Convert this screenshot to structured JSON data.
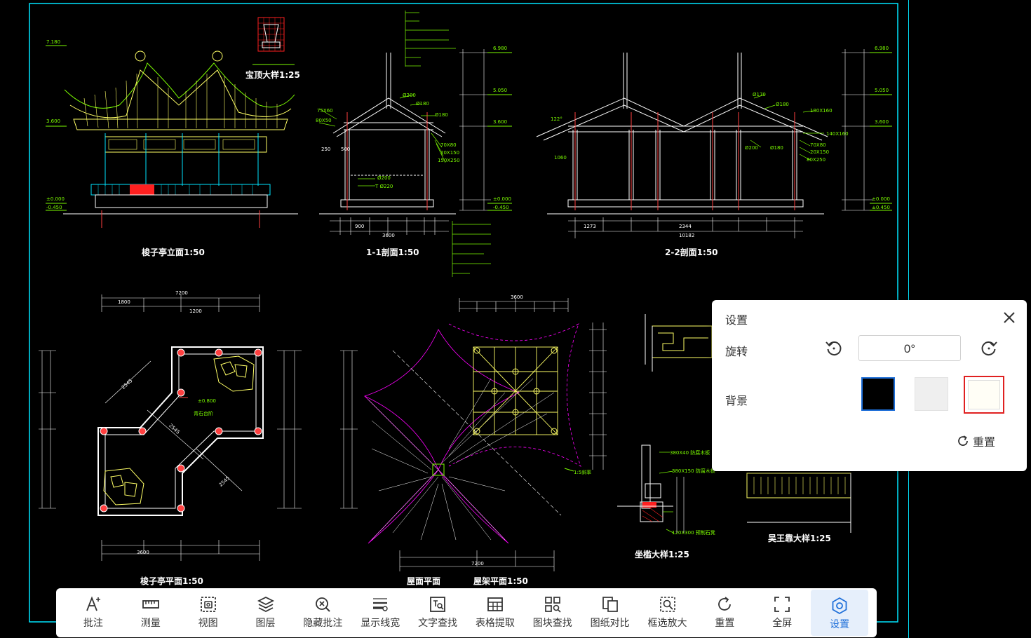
{
  "drawing": {
    "labels": {
      "elev": "梭子亭立面1:50",
      "sec11": "1-1剖面1:50",
      "sec22": "2-2剖面1:50",
      "baoding": "宝顶大样1:25",
      "plan": "梭子亭平面1:50",
      "roofplan": "屋面平面",
      "framing": "屋架平面1:50",
      "seat": "坐槛大样1:25",
      "railing": "吴王靠大样1:25"
    },
    "dims": {
      "top_elev": "7.180",
      "mid_elev": "3.600",
      "zero_elev": "±0.000",
      "neg_elev": "-0.450",
      "r1": "6.980",
      "r2": "5.050",
      "r3": "3.600",
      "r4": "±0.000",
      "r5": "-0.450",
      "span_7200": "7200",
      "span_3600": "3600",
      "span_1800": "1800",
      "span_1200": "1200",
      "diag_2545": "2545",
      "span_10182": "10182",
      "span_2344": "2344",
      "angle_122": "122°",
      "span_1060": "1060",
      "span_1273": "1273",
      "span_900": "900"
    }
  },
  "settings": {
    "title": "设置",
    "rotation_label": "旋转",
    "rotation_value": "0°",
    "background_label": "背景",
    "reset_label": "重置",
    "swatches": [
      "#000000",
      "#efefef",
      "#fffef6"
    ],
    "selected_swatch_outline": "#e02020"
  },
  "toolbar": {
    "items": [
      {
        "label": "批注",
        "icon": "annotate-icon"
      },
      {
        "label": "测量",
        "icon": "ruler-icon"
      },
      {
        "label": "视图",
        "icon": "view-icon"
      },
      {
        "label": "图层",
        "icon": "layers-icon"
      },
      {
        "label": "隐藏批注",
        "icon": "hide-annotation-icon"
      },
      {
        "label": "显示线宽",
        "icon": "line-width-icon"
      },
      {
        "label": "文字查找",
        "icon": "text-search-icon"
      },
      {
        "label": "表格提取",
        "icon": "table-extract-icon"
      },
      {
        "label": "图块查找",
        "icon": "block-search-icon"
      },
      {
        "label": "图纸对比",
        "icon": "compare-icon"
      },
      {
        "label": "框选放大",
        "icon": "box-zoom-icon"
      },
      {
        "label": "重置",
        "icon": "reset-icon"
      },
      {
        "label": "全屏",
        "icon": "fullscreen-icon"
      },
      {
        "label": "设置",
        "icon": "gear-icon"
      }
    ],
    "active_index": 13,
    "accent": "#1e6fd9"
  }
}
